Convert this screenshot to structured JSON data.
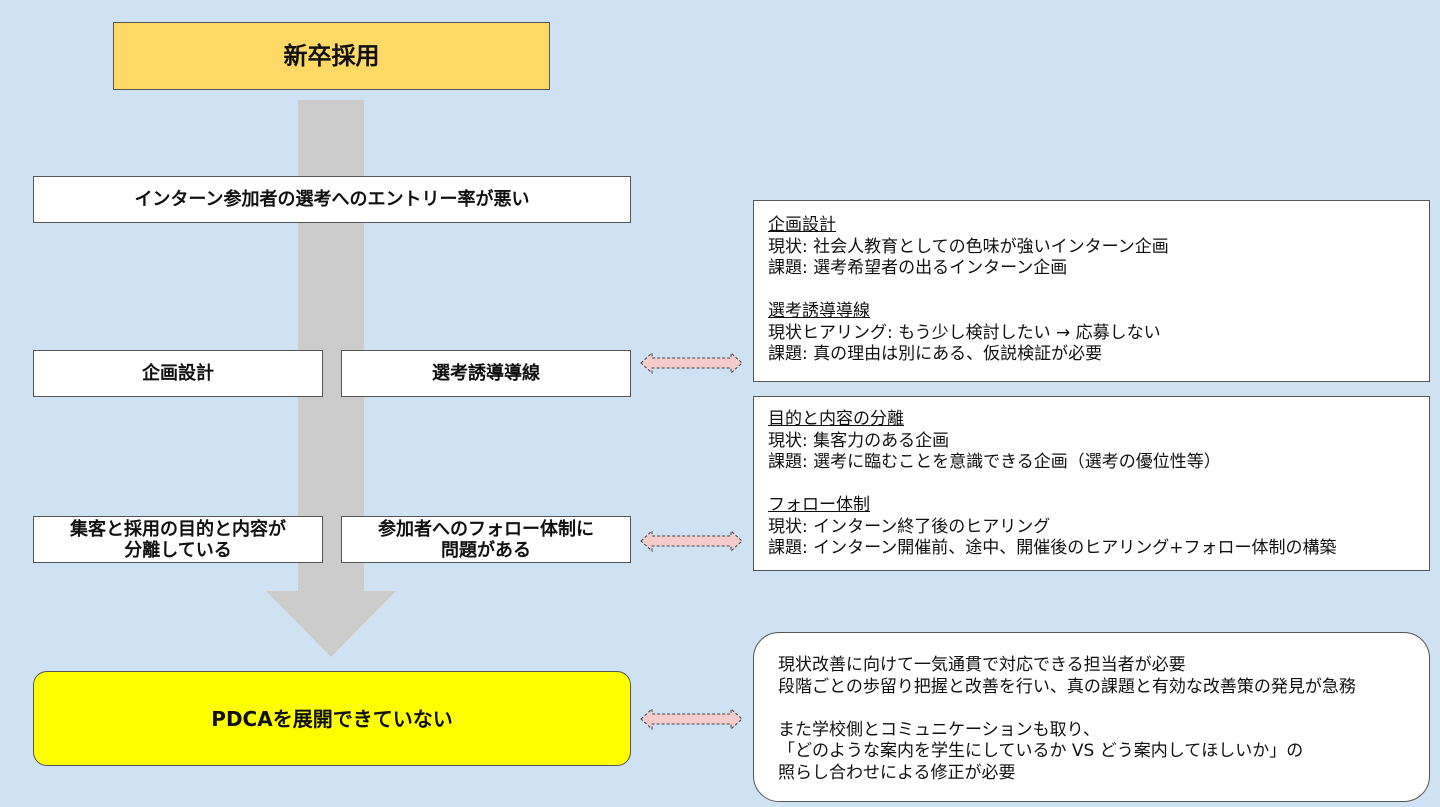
{
  "title": "新卒採用",
  "problem": "インターン参加者の選考へのエントリー率が悪い",
  "causes_row1": {
    "left": "企画設計",
    "right": "選考誘導導線"
  },
  "causes_row2": {
    "left": "集客と採用の目的と内容が\n分離している",
    "right": "参加者へのフォロー体制に\n問題がある"
  },
  "result": "PDCAを展開できていない",
  "notes": {
    "box1": {
      "sec1_heading": "企画設計",
      "sec1_line1": "現状: 社会人教育としての色味が強いインターン企画",
      "sec1_line2": "課題: 選考希望者の出るインターン企画",
      "sec2_heading": "選考誘導導線",
      "sec2_line1": "現状ヒアリング: もう少し検討したい → 応募しない",
      "sec2_line2": "課題: 真の理由は別にある、仮説検証が必要"
    },
    "box2": {
      "sec1_heading": "目的と内容の分離",
      "sec1_line1": "現状: 集客力のある企画",
      "sec1_line2": "課題: 選考に臨むことを意識できる企画（選考の優位性等）",
      "sec2_heading": "フォロー体制",
      "sec2_line1": "現状: インターン終了後のヒアリング",
      "sec2_line2": "課題: インターン開催前、途中、開催後のヒアリング+フォロー体制の構築"
    },
    "box3": {
      "line1": "現状改善に向けて一気通貫で対応できる担当者が必要",
      "line2": "段階ごとの歩留り把握と改善を行い、真の課題と有効な改善策の発見が急務",
      "line3": "また学校側とコミュニケーションも取り、",
      "line4": "「どのような案内を学生にしているか VS どう案内してほしいか」の",
      "line5": "照らし合わせによる修正が必要"
    }
  },
  "colors": {
    "background": "#cfe2f3",
    "title_fill": "#ffd966",
    "result_fill": "#ffff00",
    "flow_arrow": "#cccccc",
    "link_arrow_fill": "#f4cccc"
  }
}
